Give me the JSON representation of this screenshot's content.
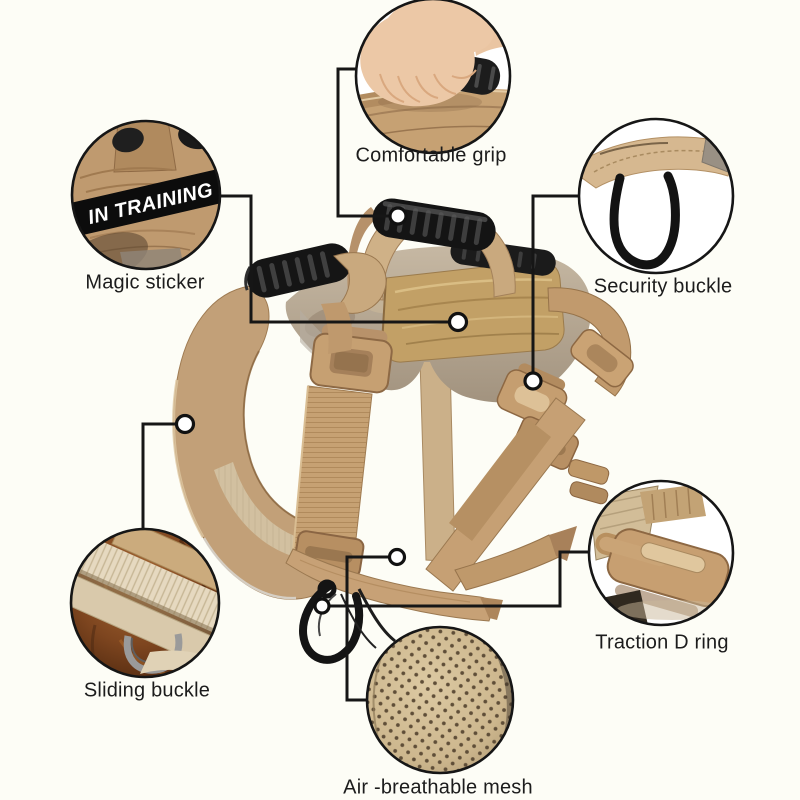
{
  "page": {
    "type": "product-feature-infographic",
    "subject": "tactical dog harness",
    "background": "#fdfdf6"
  },
  "colors": {
    "connector_line": "#161616",
    "circle_border": "#161616",
    "label_text": "#1c1c1c",
    "harness_tan": "#c2a078",
    "velcro_khaki": "#c2a066",
    "handle_black": "#141414",
    "patch_bg": "#0c0c0c",
    "patch_text_color": "#ffffff",
    "fur_brown": "#7d451f",
    "mesh_tan": "#cdb78e"
  },
  "callouts": [
    {
      "id": "comfortable-grip",
      "label": "Comfortable grip"
    },
    {
      "id": "magic-sticker",
      "label": "Magic sticker",
      "patch_text": "IN TRAINING"
    },
    {
      "id": "security-buckle",
      "label": "Security buckle"
    },
    {
      "id": "sliding-buckle",
      "label": "Sliding buckle"
    },
    {
      "id": "traction-d-ring",
      "label": "Traction D ring"
    },
    {
      "id": "air-breathable-mesh",
      "label": "Air -breathable mesh"
    }
  ]
}
